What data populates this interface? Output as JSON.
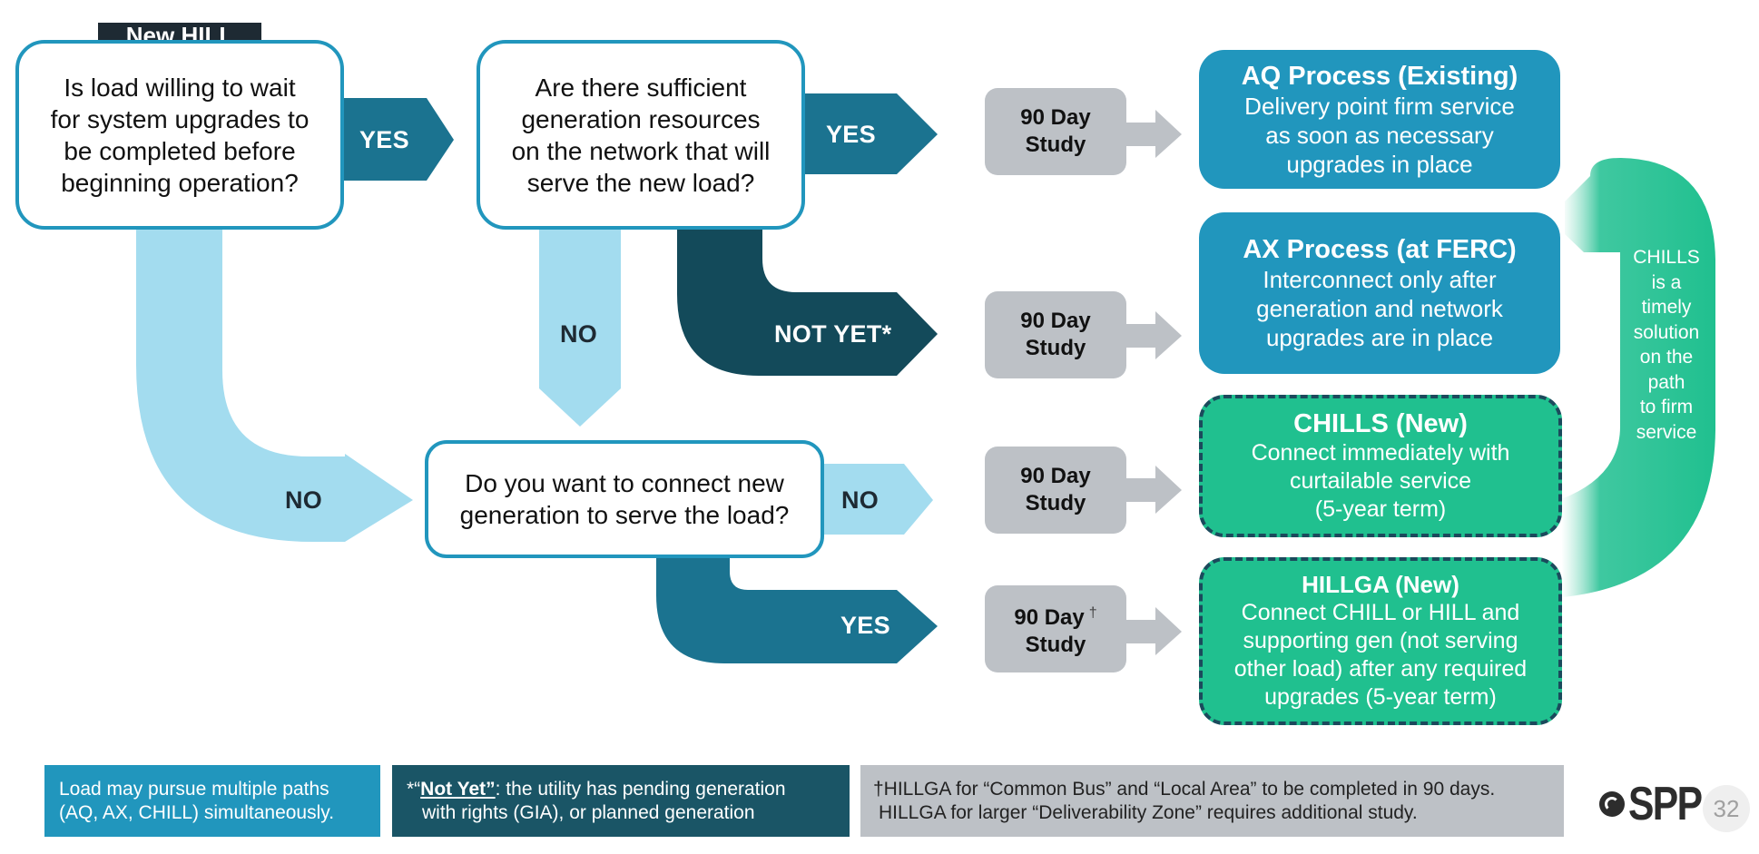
{
  "header_tag": "New HILL",
  "questions": {
    "wait_upgrades": "Is load willing to wait\nfor system upgrades to\nbe completed before\nbeginning operation?",
    "sufficient_gen": "Are there sufficient\ngeneration resources\non the network that will\nserve the new load?",
    "connect_new_gen": "Do you want to connect new\ngeneration to serve the load?"
  },
  "arrow_labels": {
    "yes_1": "YES",
    "yes_2": "YES",
    "not_yet": "NOT YET*",
    "no_1": "NO",
    "no_2": "NO",
    "no_3": "NO",
    "yes_3": "YES"
  },
  "studies": [
    {
      "line1": "90 Day",
      "line2": "Study",
      "mark": ""
    },
    {
      "line1": "90 Day",
      "line2": "Study",
      "mark": ""
    },
    {
      "line1": "90 Day",
      "line2": "Study",
      "mark": ""
    },
    {
      "line1": "90 Day",
      "line2": "Study",
      "mark": "†"
    }
  ],
  "outcomes": {
    "aq": {
      "title": "AQ Process (Existing)",
      "body": "Delivery point firm service\nas soon as necessary\nupgrades in place"
    },
    "ax": {
      "title": "AX Process (at FERC)",
      "body": "Interconnect only after\ngeneration and network\nupgrades are in place"
    },
    "chills": {
      "title": "CHILLS (New)",
      "body": "Connect immediately with\ncurtailable service\n(5-year term)"
    },
    "hillga": {
      "title": "HILLGA (New)",
      "body": "Connect CHILL or HILL and\nsupporting gen (not serving\nother load) after any required\nupgrades (5-year term)"
    }
  },
  "side_note": "CHILLS\nis a\ntimely\nsolution\non the\npath\nto firm\nservice",
  "footnotes": {
    "multiple_paths": [
      "Load may pursue multiple paths",
      "(AQ, AX, CHILL) simultaneously."
    ],
    "not_yet_prefix": "*“",
    "not_yet_term": "Not Yet”",
    "not_yet_rest": ": the utility has pending generation",
    "not_yet_line2": "with rights (GIA), or planned generation",
    "hillga_line1": "†HILLGA for “Common Bus” and “Local Area” to be completed in 90 days.",
    "hillga_line2": "HILLGA for larger “Deliverability Zone” requires additional study."
  },
  "logo_text": "SPP",
  "page_number": "32",
  "colors": {
    "brand_blue": "#2196bd",
    "dark_teal": "#1a5566",
    "darkest_teal": "#134a5a",
    "light_blue": "#a3dcef",
    "green": "#20c08f",
    "gray": "#bdc1c6",
    "navy": "#1e2a33"
  }
}
